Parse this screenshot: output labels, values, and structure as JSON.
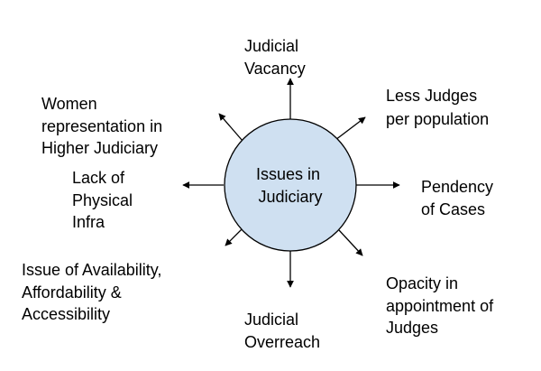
{
  "center": {
    "lines": [
      "Issues in",
      "Judiciary"
    ],
    "fill": "#cfe0f1",
    "stroke": "#000000"
  },
  "issues": [
    {
      "id": "judicial-vacancy",
      "lines": [
        "Judicial",
        "Vacancy"
      ]
    },
    {
      "id": "less-judges",
      "lines": [
        "Less Judges",
        "per population"
      ]
    },
    {
      "id": "pendency",
      "lines": [
        "Pendency",
        "of Cases"
      ]
    },
    {
      "id": "opacity",
      "lines": [
        "Opacity in",
        "appointment of",
        "Judges"
      ]
    },
    {
      "id": "overreach",
      "lines": [
        "Judicial",
        "Overreach"
      ]
    },
    {
      "id": "availability",
      "lines": [
        "Issue of Availability,",
        "Affordability &",
        "Accessibility"
      ]
    },
    {
      "id": "physical-infra",
      "lines": [
        "Lack of",
        "Physical",
        "Infra"
      ]
    },
    {
      "id": "women",
      "lines": [
        "Women",
        "representation in",
        "Higher Judiciary"
      ]
    }
  ],
  "colors": {
    "arrow": "#000000",
    "text": "#000000"
  }
}
